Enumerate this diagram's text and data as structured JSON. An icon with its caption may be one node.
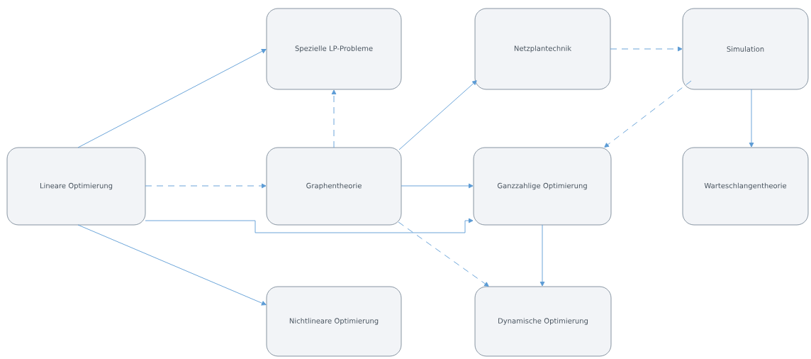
{
  "diagram": {
    "nodes": [
      {
        "text": [
          "Spezielle LP-Probleme"
        ]
      },
      {
        "text": [
          "Netzplantechnik"
        ]
      },
      {
        "text": [
          "Simulation"
        ]
      },
      {
        "text": [
          "Lineare Optimierung"
        ]
      },
      {
        "text": [
          "Graphentheorie"
        ]
      },
      {
        "text": [
          "Ganzzahlige Optimierung"
        ]
      },
      {
        "text": [
          "Warteschlangentheorie"
        ]
      },
      {
        "text": [
          "Nichtlineare Optimierung"
        ]
      },
      {
        "text": [
          "Dynamische Optimierung"
        ]
      }
    ],
    "edges": [
      {
        "from": 3,
        "to": 0,
        "arrow": "to"
      },
      {
        "from": 3,
        "to": 4,
        "arrow": "to",
        "style": "dashed"
      },
      {
        "from": 3,
        "to": 5,
        "arrow": "to"
      },
      {
        "from": 3,
        "to": 7,
        "arrow": "to"
      },
      {
        "from": 4,
        "to": 0,
        "arrow": "to",
        "style": "dashed"
      },
      {
        "from": 4,
        "to": 1,
        "arrow": "to"
      },
      {
        "from": 4,
        "to": 5,
        "arrow": "to"
      },
      {
        "from": 4,
        "to": 8,
        "arrow": "to",
        "style": "dashed"
      },
      {
        "from": 1,
        "to": 2,
        "arrow": "to",
        "style": "dashed"
      },
      {
        "from": 2,
        "to": 5,
        "arrow": "to",
        "style": "dashed"
      },
      {
        "from": 2,
        "to": 6,
        "arrow": "to"
      },
      {
        "from": 5,
        "to": 8,
        "arrow": "to"
      }
    ]
  }
}
